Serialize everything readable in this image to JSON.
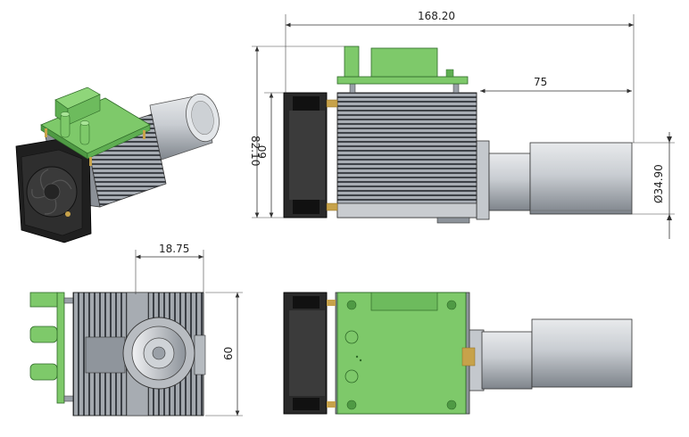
{
  "dimensions": {
    "overall_length": "168.20",
    "lens_length": "75",
    "total_height": "82.10",
    "body_height": "60",
    "lens_diameter": "Ø34.90",
    "fan_offset": "18.75",
    "end_height": "60"
  },
  "colors": {
    "pcb_green": "#7ec96a",
    "pcb_green_dark": "#4f9a44",
    "heatsink": "#9aa0a8",
    "fan_black": "#2b2b2b",
    "lens_light": "#d6d9dd",
    "lens_dark": "#8f959c",
    "brass": "#c7a24a"
  }
}
